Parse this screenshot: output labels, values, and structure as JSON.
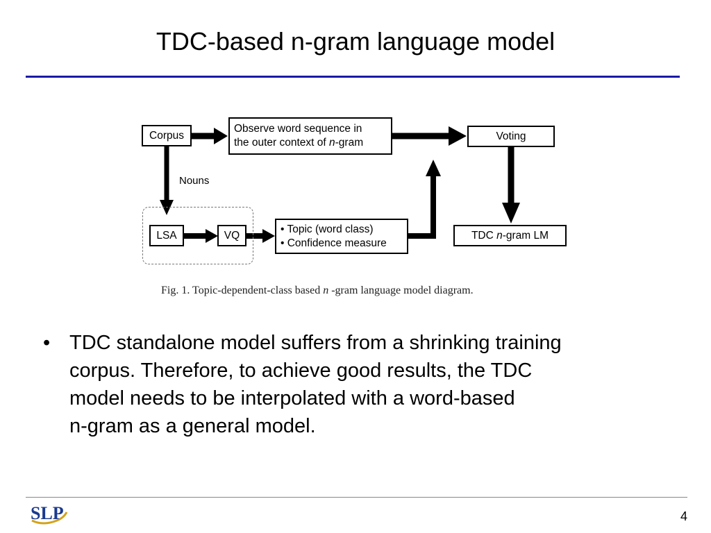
{
  "slide": {
    "title": "TDC-based n-gram language model",
    "page_number": "4",
    "logo": "SLP"
  },
  "diagram": {
    "corpus": "Corpus",
    "observe_line1": "Observe word sequence in",
    "observe_line2_a": "the outer context of ",
    "observe_line2_n": "n",
    "observe_line2_b": "-gram",
    "voting": "Voting",
    "nouns": "Nouns",
    "lsa": "LSA",
    "vq": "VQ",
    "topic_line1": "• Topic (word class)",
    "topic_line2": "• Confidence measure",
    "tdc_a": "TDC ",
    "tdc_n": "n",
    "tdc_b": "-gram LM",
    "caption_a": "Fig. 1.   Topic-dependent-class based ",
    "caption_n": "n",
    "caption_b": " -gram language model diagram."
  },
  "bullet": {
    "marker": "•",
    "line1": "TDC standalone model suffers from a shrinking training",
    "line2": "corpus. Therefore, to achieve good results, the TDC",
    "line3": "model needs to be interpolated with a word-based",
    "line4": "n-gram as a general model."
  }
}
